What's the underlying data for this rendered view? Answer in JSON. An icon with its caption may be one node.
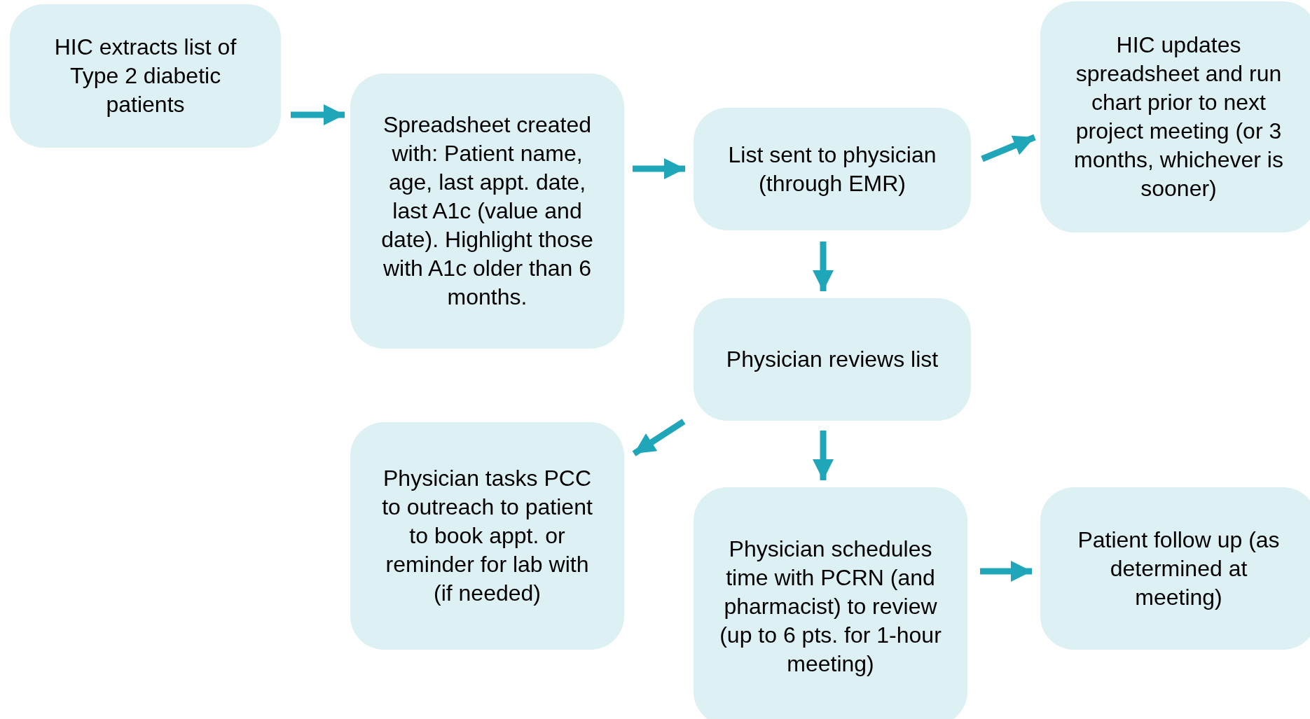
{
  "diagram": {
    "nodes": [
      {
        "text": [
          "HIC extracts list of Type 2 diabetic patients"
        ]
      },
      {
        "text": [
          "Spreadsheet created with: Patient name, age, last appt. date, last A1c (value and date). Highlight those with A1c older than 6 months."
        ]
      },
      {
        "text": [
          "List sent to physician (through EMR)"
        ]
      },
      {
        "text": [
          "HIC updates spreadsheet and run chart prior to next project meeting (or 3 months, whichever is sooner)"
        ]
      },
      {
        "text": [
          "Physician reviews list"
        ]
      },
      {
        "text": [
          "Physician tasks PCC to outreach to patient to book appt. or reminder for lab with (if needed)"
        ]
      },
      {
        "text": [
          "Physician schedules time with PCRN (and pharmacist) to review (up to 6 pts. for 1-hour meeting)"
        ]
      },
      {
        "text": [
          "Patient follow up (as determined at meeting)"
        ]
      }
    ],
    "edges": [
      {
        "from": 0,
        "to": 1,
        "arrow": "to"
      },
      {
        "from": 1,
        "to": 2,
        "arrow": "to"
      },
      {
        "from": 2,
        "to": 3,
        "arrow": "to"
      },
      {
        "from": 2,
        "to": 4,
        "arrow": "to"
      },
      {
        "from": 4,
        "to": 5,
        "arrow": "to"
      },
      {
        "from": 4,
        "to": 6,
        "arrow": "to"
      },
      {
        "from": 6,
        "to": 7,
        "arrow": "to"
      }
    ]
  }
}
